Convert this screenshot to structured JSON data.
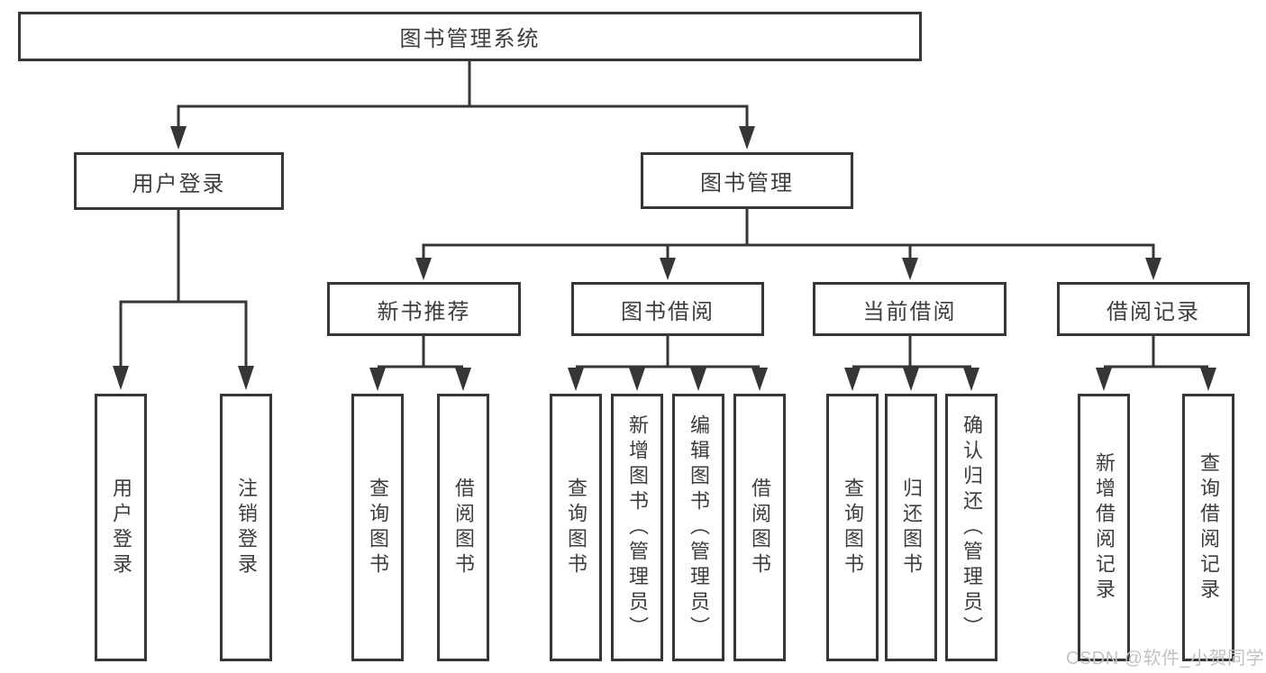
{
  "tree": {
    "label": "图书管理系统",
    "children": [
      {
        "label": "用户登录",
        "children": [
          {
            "label": "用户登录"
          },
          {
            "label": "注销登录"
          }
        ]
      },
      {
        "label": "图书管理",
        "children": [
          {
            "label": "新书推荐",
            "children": [
              {
                "label": "查询图书"
              },
              {
                "label": "借阅图书"
              }
            ]
          },
          {
            "label": "图书借阅",
            "children": [
              {
                "label": "查询图书"
              },
              {
                "label": "新增图书（管理员）"
              },
              {
                "label": "编辑图书（管理员）"
              },
              {
                "label": "借阅图书"
              }
            ]
          },
          {
            "label": "当前借阅",
            "children": [
              {
                "label": "查询图书"
              },
              {
                "label": "归还图书"
              },
              {
                "label": "确认归还（管理员）"
              }
            ]
          },
          {
            "label": "借阅记录",
            "children": [
              {
                "label": "新增借阅记录"
              },
              {
                "label": "查询借阅记录"
              }
            ]
          }
        ]
      }
    ]
  },
  "watermark": {
    "text": "CSDN @软件_小贺同学",
    "color": "#c2c2c6"
  },
  "colors": {
    "line": "#363636",
    "box_border": "#363636",
    "text": "#3d3d3d",
    "background": "#ffffff"
  }
}
